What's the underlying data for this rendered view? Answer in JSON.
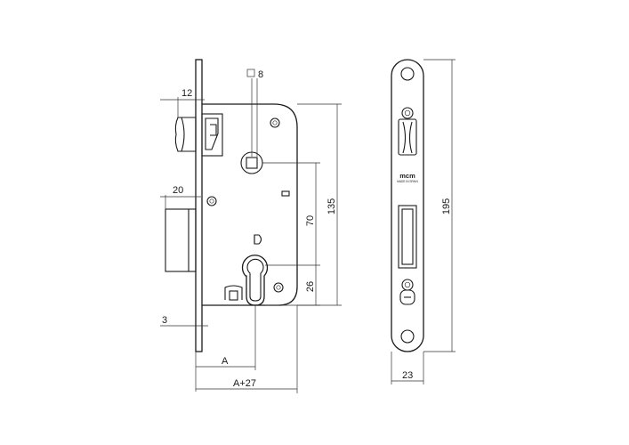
{
  "dimensions": {
    "square_spindle": "8",
    "latch_projection": "12",
    "deadbolt_projection": "20",
    "faceplate_thickness": "3",
    "spindle_to_cylinder": "70",
    "cylinder_height": "26",
    "case_height": "135",
    "backset": "A",
    "backset_plus_case": "A+27",
    "faceplate_width": "23",
    "faceplate_height": "195"
  },
  "faceplate": {
    "brand": "mcm",
    "made_in": "MADE IN SPAIN"
  }
}
